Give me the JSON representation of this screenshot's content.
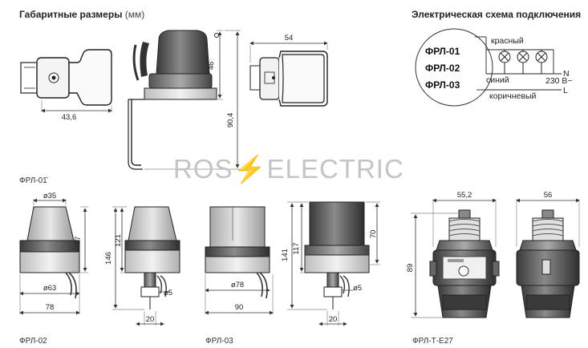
{
  "headings": {
    "dimensions": "Габаритные размеры",
    "dimensions_unit": "(мм)",
    "wiring": "Электрическая схема подключения"
  },
  "watermark": {
    "left": "ROS",
    "bolt": "⚡",
    "right": "ELECTRIC"
  },
  "models": {
    "frl01": "ФРЛ-01",
    "frl02": "ФРЛ-02",
    "frl03": "ФРЛ-03",
    "frl01_caption": "ФРЛ-01̆",
    "frlte27": "ФРЛ-Т-Е27"
  },
  "wiring": {
    "red": "красный",
    "blue": "синий",
    "brown": "коричневый",
    "n": "N",
    "l": "L",
    "voltage": "230 В~"
  },
  "dims": {
    "d43_6": "43,6",
    "d54": "54",
    "d46": "46",
    "d90_4": "90,4",
    "d35": "ø35",
    "d77": "77",
    "d63": "ø63",
    "d78": "78",
    "d146": "146",
    "d121": "121",
    "d5a": "ø5",
    "d20a": "20",
    "d78b": "ø78",
    "d90": "90",
    "d141": "141",
    "d117": "117",
    "d70": "70",
    "d5b": "ø5",
    "d20b": "20",
    "d55_2": "55,2",
    "d56": "56",
    "d89": "89"
  }
}
